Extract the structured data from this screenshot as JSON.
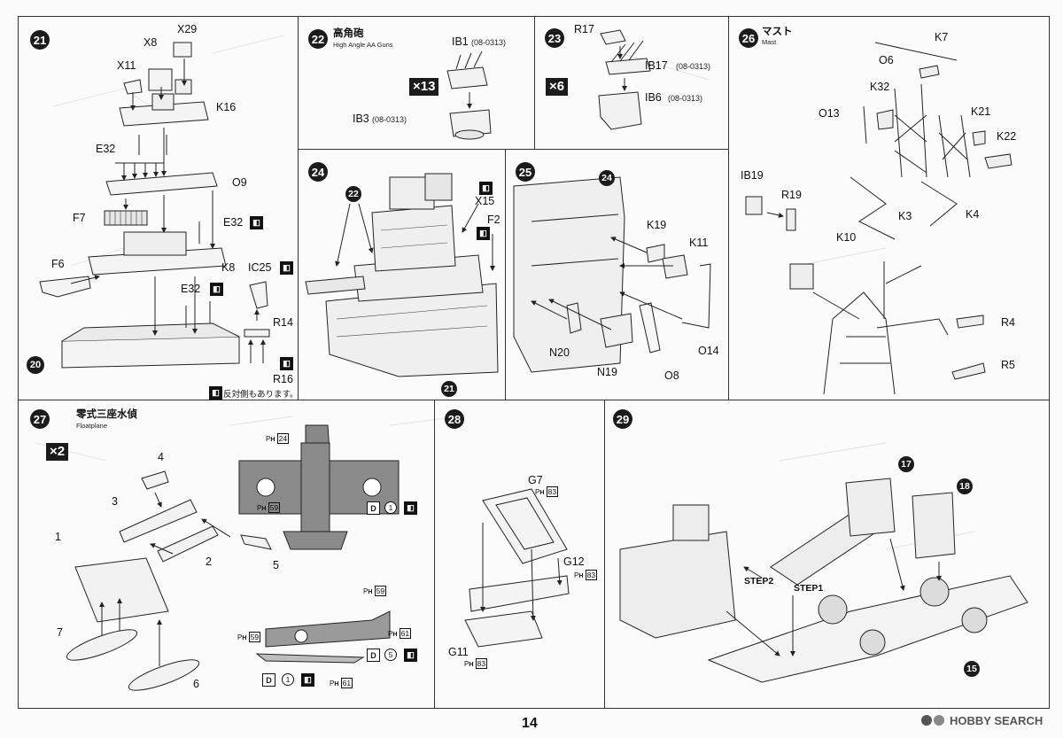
{
  "page_number": "14",
  "watermark": "HOBBY SEARCH",
  "steps": {
    "s21": {
      "number": "21",
      "labels": [
        "X29",
        "X8",
        "X11",
        "K16",
        "E32",
        "O9",
        "F7",
        "E32",
        "F6",
        "K8",
        "IC25",
        "E32",
        "R14",
        "R16"
      ],
      "sub": "20",
      "note": "反対側もあります。"
    },
    "s22": {
      "number": "22",
      "title_jp": "高角砲",
      "title_en": "High Angle AA Guns",
      "multiplier": "×13",
      "labels": [
        "IB1",
        "IB3"
      ],
      "refs": [
        "(08-0313)",
        "(08-0313)"
      ]
    },
    "s23": {
      "number": "23",
      "multiplier": "×6",
      "labels": [
        "R17",
        "IB17",
        "IB6"
      ],
      "refs": [
        "(08-0313)",
        "(08-0313)"
      ]
    },
    "s24": {
      "number": "24",
      "labels": [
        "X15",
        "F2"
      ],
      "sub_a": "22",
      "sub_b": "21"
    },
    "s25": {
      "number": "25",
      "labels": [
        "K19",
        "K11",
        "N20",
        "N19",
        "O8",
        "O14"
      ],
      "sub": "24"
    },
    "s26": {
      "number": "26",
      "title_jp": "マスト",
      "title_en": "Mast",
      "labels": [
        "K7",
        "O6",
        "K32",
        "O13",
        "K21",
        "K22",
        "IB19",
        "R19",
        "K3",
        "K4",
        "K10",
        "R4",
        "R5"
      ]
    },
    "s27": {
      "number": "27",
      "title_jp": "零式三座水偵",
      "title_en": "Floatplane",
      "multiplier": "×2",
      "labels": [
        "4",
        "3",
        "2",
        "5",
        "1",
        "7",
        "6"
      ],
      "paint_refs": [
        "24",
        "59",
        "59",
        "59",
        "61",
        "61"
      ],
      "decals": [
        "1",
        "5",
        "1"
      ]
    },
    "s28": {
      "number": "28",
      "labels": [
        "G7",
        "G12",
        "G11"
      ],
      "paint_refs": [
        "83",
        "83",
        "83"
      ]
    },
    "s29": {
      "number": "29",
      "sub_a": "17",
      "sub_b": "18",
      "sub_c": "15",
      "step_labels": [
        "STEP2",
        "STEP1"
      ]
    }
  }
}
